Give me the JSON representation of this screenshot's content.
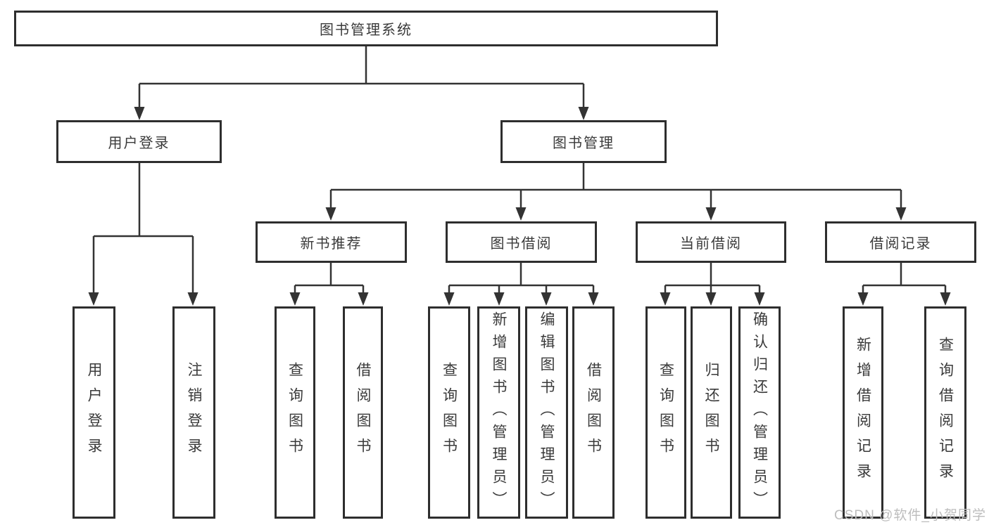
{
  "diagram": {
    "title": "图书管理系统",
    "root": {
      "label": "图书管理系统"
    },
    "level2": [
      {
        "label": "用户登录"
      },
      {
        "label": "图书管理"
      }
    ],
    "level3": [
      {
        "label": "新书推荐"
      },
      {
        "label": "图书借阅"
      },
      {
        "label": "当前借阅"
      },
      {
        "label": "借阅记录"
      }
    ],
    "leaves": {
      "user_login": [
        "用户登录",
        "注销登录"
      ],
      "new_book": [
        "查询图书",
        "借阅图书"
      ],
      "book_borrow": [
        "查询图书",
        "新增图书（管理员）",
        "编辑图书（管理员）",
        "借阅图书"
      ],
      "current_borrow": [
        "查询图书",
        "归还图书",
        "确认归还（管理员）"
      ],
      "borrow_records": [
        "新增借阅记录",
        "查询借阅记录"
      ]
    }
  },
  "watermark": {
    "text": "CSDN @软件_小贺同学"
  },
  "colors": {
    "line": "#333333",
    "border": "#2e2e2e",
    "text": "#3a3a3a",
    "watermark": "#bdbdbd",
    "background": "#ffffff"
  }
}
